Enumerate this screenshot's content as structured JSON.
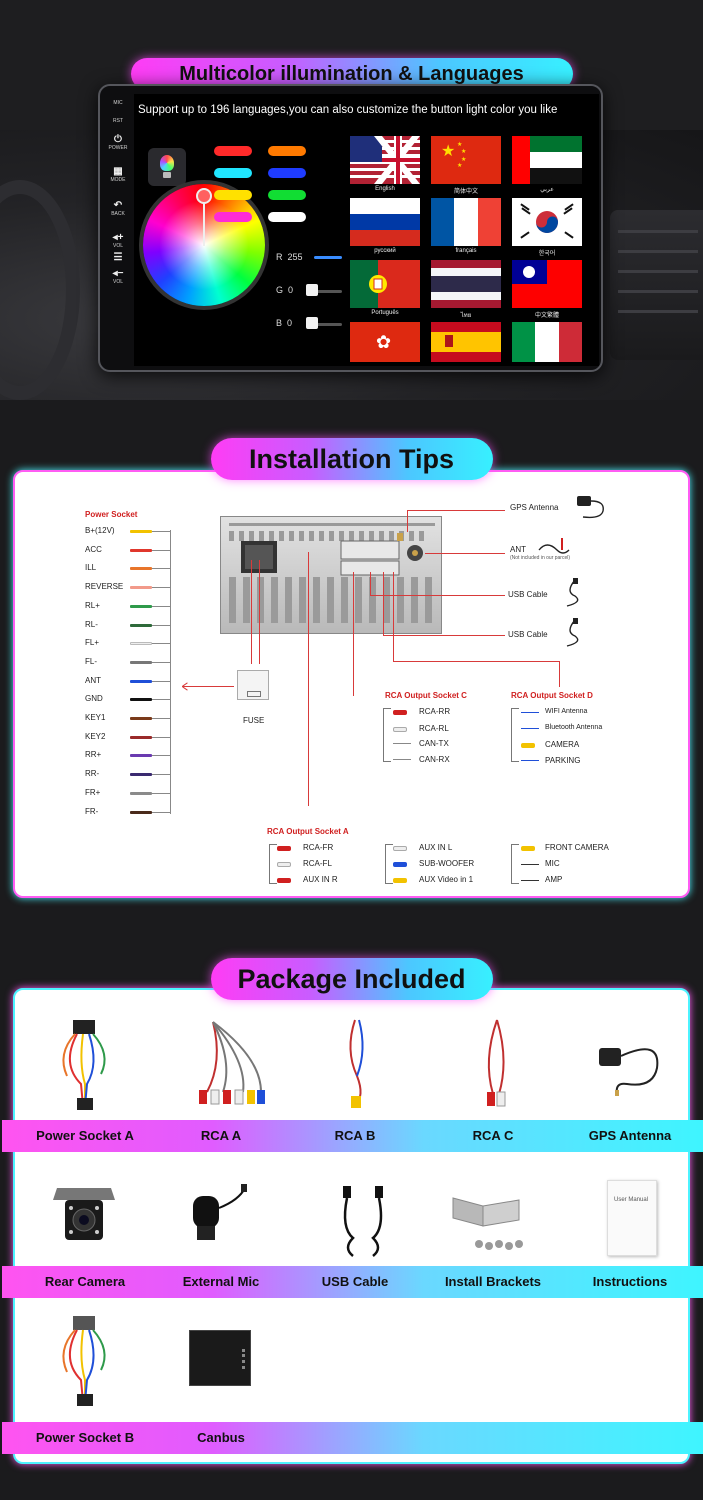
{
  "section1": {
    "heading": "Multicolor illumination & Languages",
    "support_text": "Support up to 196 languages,you can also customize the button light color you like",
    "side_buttons": [
      "MIC",
      "RST",
      "POWER",
      "MODE",
      "BACK",
      "VOL",
      "VOL"
    ],
    "swatches": [
      "#ff2a2a",
      "#ff7a00",
      "#20e6ff",
      "#1f3cff",
      "#ffe100",
      "#11dd33",
      "#ff2bd6",
      "#ffffff"
    ],
    "rgb": {
      "r_label": "R",
      "r_value": "255",
      "g_label": "G",
      "g_value": "0",
      "b_label": "B",
      "b_value": "0"
    },
    "languages": [
      "English",
      "简体中文",
      "عربي",
      "русский",
      "français",
      "한국어",
      "Português",
      "ไทย",
      "中文繁體"
    ]
  },
  "section2": {
    "heading": "Installation Tips",
    "power_socket": {
      "title": "Power Socket",
      "wires": [
        {
          "label": "B+(12V)",
          "color": "#f2c200"
        },
        {
          "label": "ACC",
          "color": "#e0372c"
        },
        {
          "label": "ILL",
          "color": "#e8752a"
        },
        {
          "label": "REVERSE",
          "color": "#f29a8a"
        },
        {
          "label": "RL+",
          "color": "#2e9a4a"
        },
        {
          "label": "RL-",
          "color": "#2e6a3a"
        },
        {
          "label": "FL+",
          "color": "#eeeeee"
        },
        {
          "label": "FL-",
          "color": "#777777"
        },
        {
          "label": "ANT",
          "color": "#1f4fd8"
        },
        {
          "label": "GND",
          "color": "#111111"
        },
        {
          "label": "KEY1",
          "color": "#7a3a1a"
        },
        {
          "label": "KEY2",
          "color": "#9a2a2a"
        },
        {
          "label": "RR+",
          "color": "#6a3ab0"
        },
        {
          "label": "RR-",
          "color": "#3a2a70"
        },
        {
          "label": "FR+",
          "color": "#8a8a8a"
        },
        {
          "label": "FR-",
          "color": "#4a2a1a"
        }
      ]
    },
    "fuse": "FUSE",
    "right_items": [
      {
        "label": "GPS Antenna",
        "note": ""
      },
      {
        "label": "ANT",
        "note": "(Not included in our parcel)"
      },
      {
        "label": "USB Cable",
        "note": ""
      },
      {
        "label": "USB Cable",
        "note": ""
      }
    ],
    "rca_c": {
      "title": "RCA Output Socket C",
      "items": [
        "RCA-RR",
        "RCA-RL",
        "CAN-TX",
        "CAN-RX"
      ]
    },
    "rca_d": {
      "title": "RCA Output Socket D",
      "items": [
        "WIFI Antenna",
        "Bluetooth Antenna",
        "CAMERA",
        "PARKING"
      ]
    },
    "rca_a": {
      "title": "RCA Output Socket A",
      "items": [
        "RCA-FR",
        "RCA-FL",
        "AUX IN R"
      ]
    },
    "rca_a2": [
      "AUX IN L",
      "SUB-WOOFER",
      "AUX Video in 1"
    ],
    "rca_a3": [
      "FRONT CAMERA",
      "MIC",
      "AMP"
    ]
  },
  "section3": {
    "heading": "Package Included",
    "row1": [
      "Power Socket A",
      "RCA  A",
      "RCA  B",
      "RCA  C",
      "GPS Antenna"
    ],
    "row2": [
      "Rear Camera",
      "External Mic",
      "USB Cable",
      "Install Brackets",
      "Instructions"
    ],
    "row3": [
      "Power Socket B",
      "Canbus"
    ],
    "manual_text": "User Manual"
  }
}
